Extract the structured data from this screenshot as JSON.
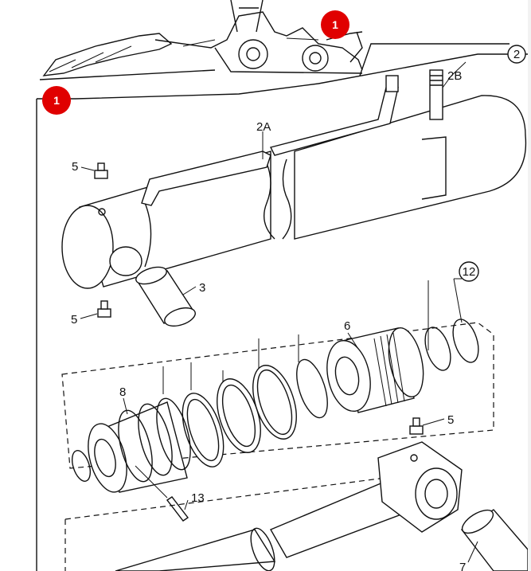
{
  "diagram": {
    "hotspots": [
      {
        "id": "machine",
        "number": "1",
        "color": "#e00000"
      },
      {
        "id": "section",
        "number": "1",
        "color": "#e00000"
      }
    ],
    "callouts": {
      "c2": "2",
      "c2a": "2A",
      "c2b": "2B",
      "c3": "3",
      "c5a": "5",
      "c5b": "5",
      "c5c": "5",
      "c6": "6",
      "c7": "7",
      "c8": "8",
      "c12": "12",
      "c13": "13"
    }
  }
}
